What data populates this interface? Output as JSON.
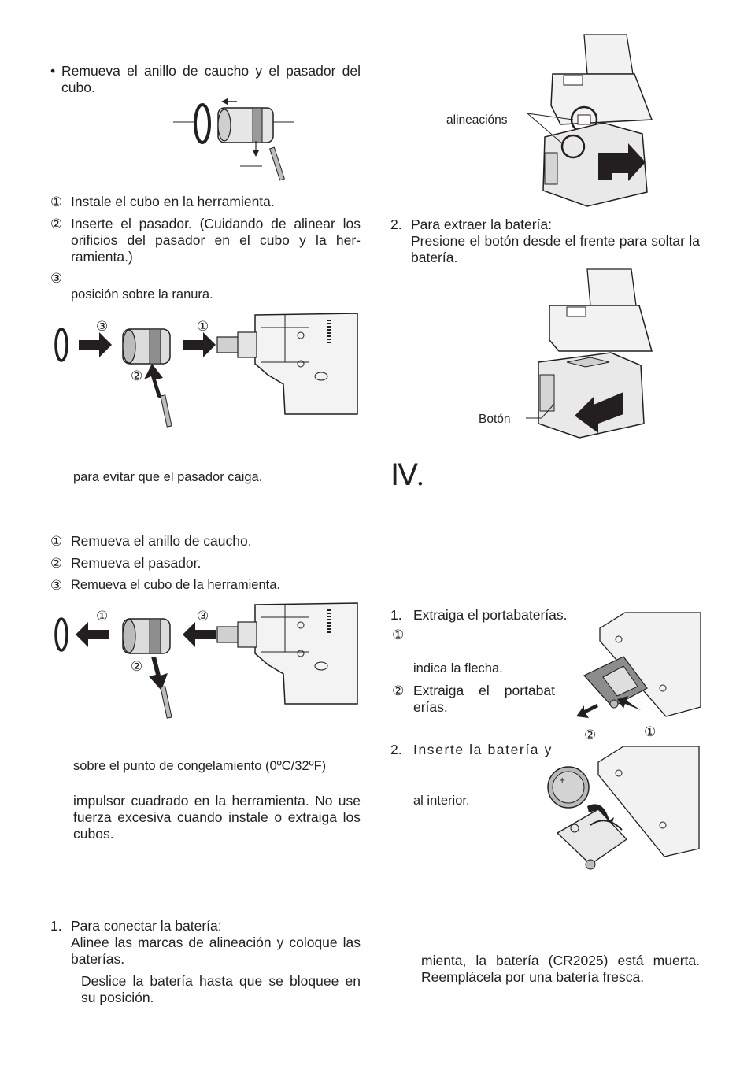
{
  "left": {
    "bullet_symbol": "•",
    "remove_ring_text": "Remueva el anillo de caucho y el pasador del cubo.",
    "install_steps": [
      {
        "num": "①",
        "text": "Instale el cubo en la herramienta."
      },
      {
        "num": "②",
        "text": "Inserte el pasador. (Cuidando de alinear los orificios del pasador en el cubo y la her-ramienta.)"
      },
      {
        "num": "③",
        "text": ""
      }
    ],
    "install_step3_cont": "posición sobre la ranura.",
    "fig1_labels": {
      "a": "③",
      "b": "①",
      "c": "②"
    },
    "pin_note": "para evitar que el pasador caiga.",
    "remove_steps": [
      {
        "num": "①",
        "text": "Remueva el anillo de caucho."
      },
      {
        "num": "②",
        "text": "Remueva el pasador."
      },
      {
        "num": "③",
        "text": "Remueva el cubo de la herramienta."
      }
    ],
    "fig2_labels": {
      "a": "①",
      "b": "③",
      "c": "②"
    },
    "freeze_note": "sobre el punto de congelamiento (0ºC/32ºF)",
    "square_drive_note": "impulsor cuadrado en la herramienta. No use fuerza excesiva cuando instale o extraiga los cubos.",
    "connect_battery": {
      "num": "1.",
      "title": "Para conectar la batería:",
      "text": "Alinee las marcas de alineación y coloque las baterías.",
      "slide": "Deslice la batería hasta que se bloquee en su posición."
    }
  },
  "right": {
    "alignment_label": "alineacións",
    "remove_battery": {
      "num": "2.",
      "title": "Para extraer la batería:",
      "text": "Presione el botón desde el frente para soltar la batería."
    },
    "button_label": "Botón",
    "section_number": "Ⅳ.",
    "holder_steps": {
      "step1_num": "1.",
      "step1_text": "Extraiga el portabaterías.",
      "sub1_num": "①",
      "sub1_cont": "indica la flecha.",
      "sub2_num": "②",
      "sub2_text": "Extraiga el portabat erías.",
      "step2_num": "2.",
      "step2_text": "Inserte la batería y",
      "step2_cont": "al interior."
    },
    "fig_holder_labels": {
      "a": "②",
      "b": "①"
    },
    "dead_battery_note": "mienta, la batería (CR2025) está muerta. Reemplácela por una batería fresca."
  }
}
